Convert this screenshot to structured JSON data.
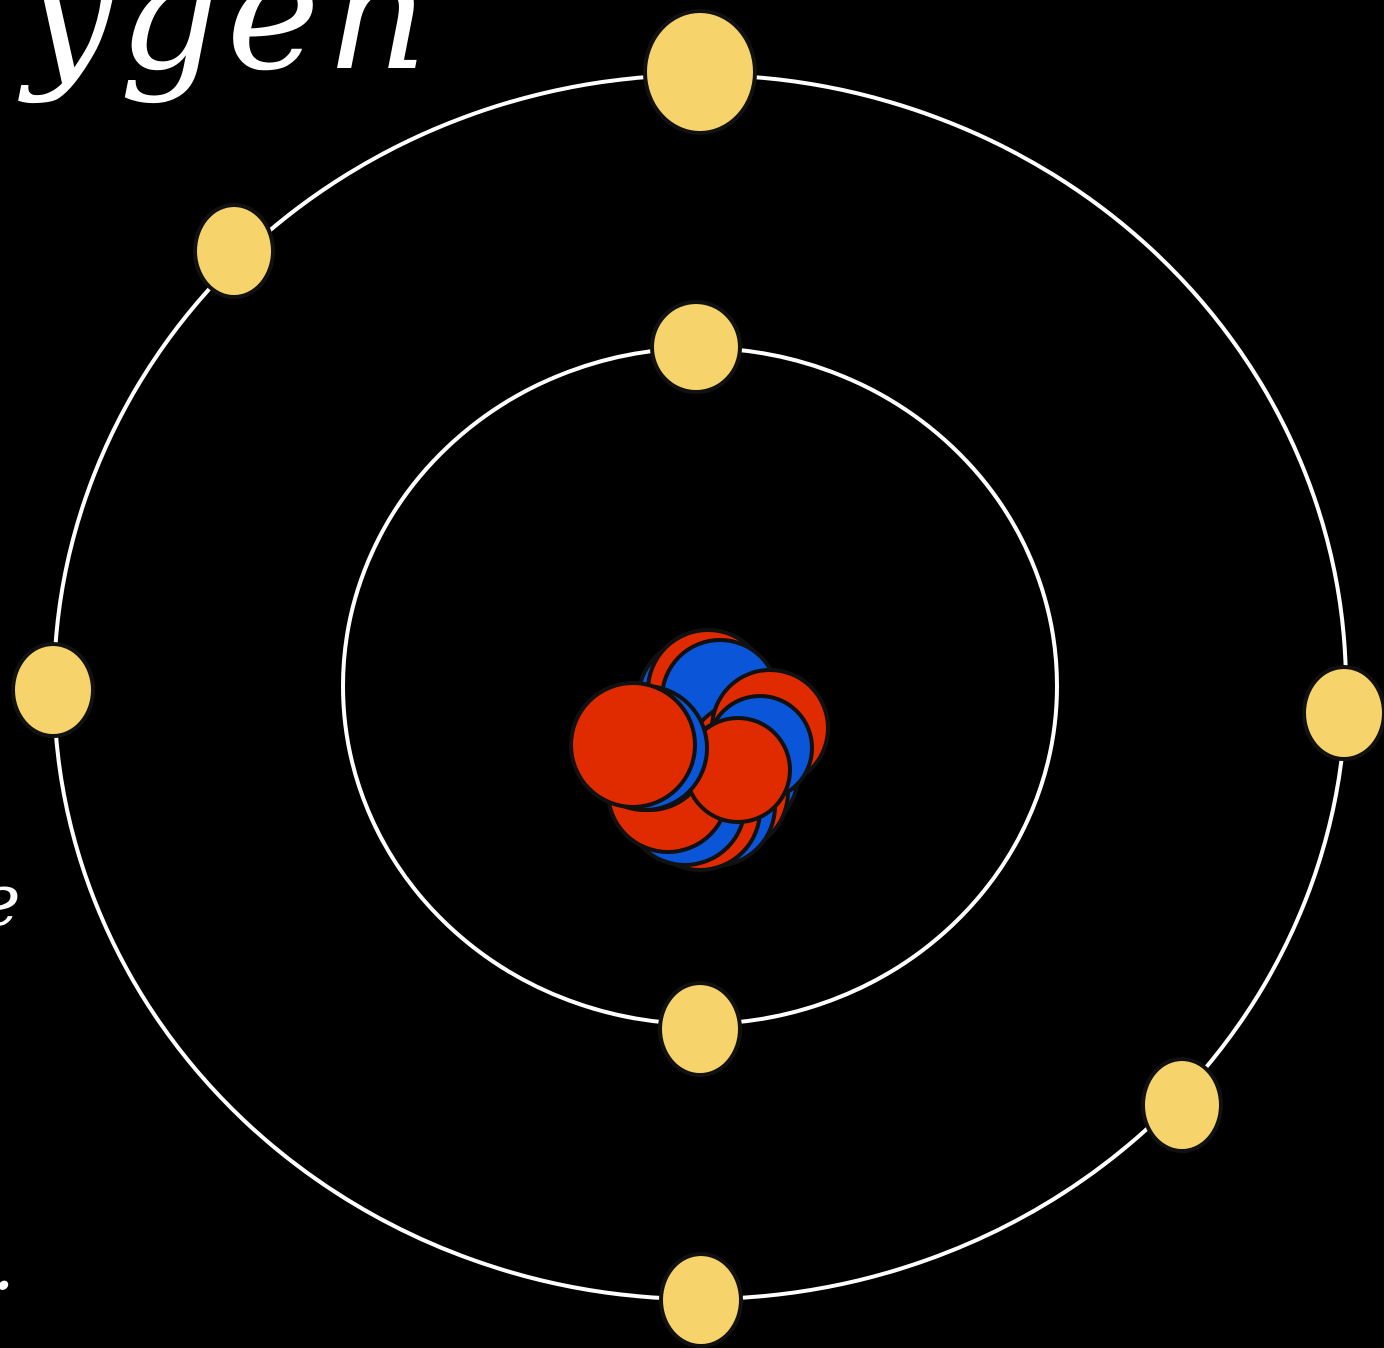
{
  "diagram": {
    "title_fragment": "ygen",
    "background_color": "#000000",
    "orbit_color": "#ffffff",
    "electron_color": "#f6d36b",
    "proton_color": "#e02a00",
    "neutron_color": "#0a55d8",
    "outline_color": "#111111",
    "shells": [
      {
        "electron_count": 2
      },
      {
        "electron_count": 6
      }
    ],
    "nucleus": {
      "protons": 8,
      "neutrons": 8
    },
    "edge_marks": [
      "e",
      "."
    ]
  }
}
